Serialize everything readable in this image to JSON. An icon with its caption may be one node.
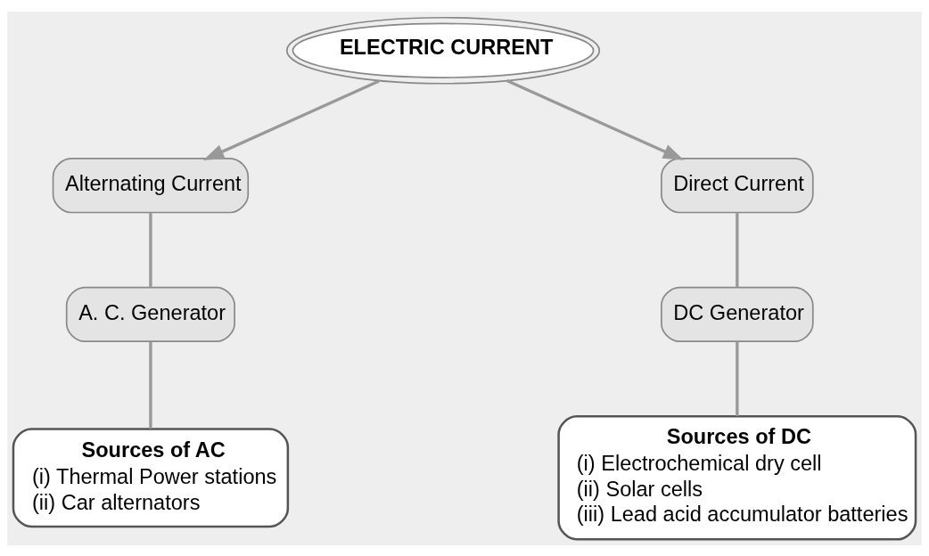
{
  "diagram": {
    "nodes": [
      {
        "text": [
          "ELECTRIC CURRENT"
        ]
      },
      {
        "text": [
          "Alternating Current"
        ]
      },
      {
        "text": [
          "Direct Current"
        ]
      },
      {
        "text": [
          "A. C. Generator"
        ]
      },
      {
        "text": [
          "DC Generator"
        ]
      },
      {
        "text": [
          "Sources of AC",
          "(i) Thermal Power stations",
          "(ii) Car alternators"
        ]
      },
      {
        "text": [
          "Sources of DC",
          "(i) Electrochemical dry cell",
          "(ii) Solar cells",
          "(iii) Lead acid accumulator batteries"
        ]
      }
    ],
    "edges": [
      {
        "from": 0,
        "to": 1,
        "arrow": "to"
      },
      {
        "from": 0,
        "to": 2,
        "arrow": "to"
      },
      {
        "from": 1,
        "to": 3,
        "arrow": "none"
      },
      {
        "from": 3,
        "to": 5,
        "arrow": "none"
      },
      {
        "from": 2,
        "to": 4,
        "arrow": "none"
      },
      {
        "from": 4,
        "to": 6,
        "arrow": "none"
      }
    ]
  }
}
